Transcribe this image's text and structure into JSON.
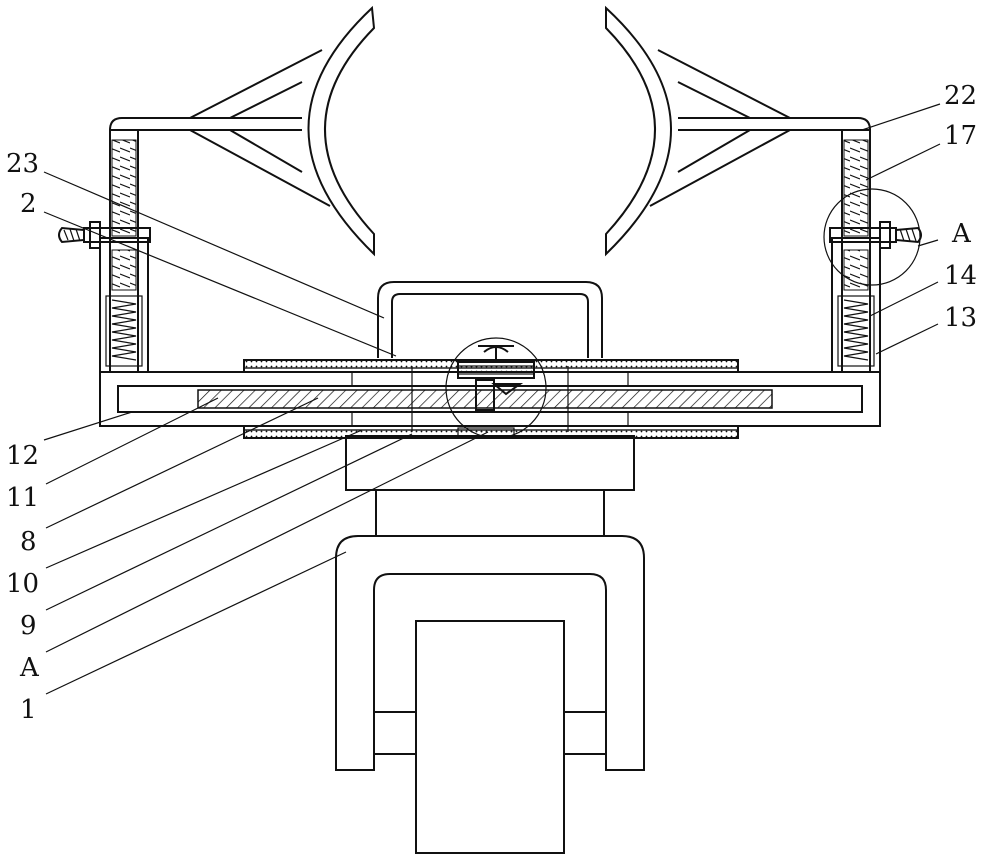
{
  "labels": {
    "l22": "22",
    "l17": "17",
    "l23": "23",
    "l2": "2",
    "lA_right": "A",
    "l14": "14",
    "l13": "13",
    "l12": "12",
    "l11": "11",
    "l8": "8",
    "l10": "10",
    "l9": "9",
    "lA_bottom": "A",
    "l1": "1"
  }
}
